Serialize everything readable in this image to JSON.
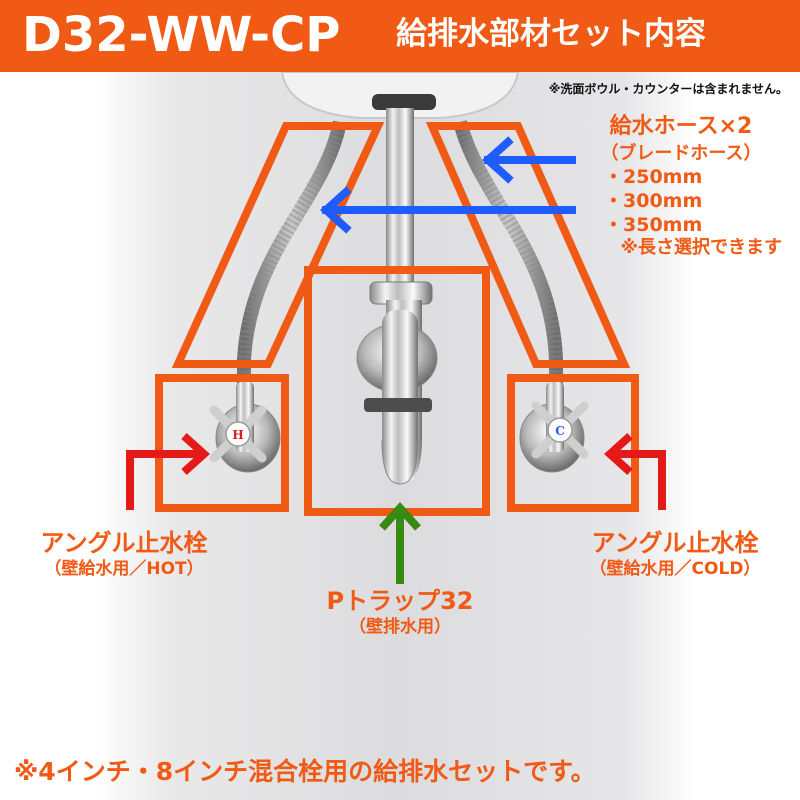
{
  "header": {
    "code": "D32-WW-CP",
    "title": "給排水部材セット内容"
  },
  "note_top": "※洗面ボウル・カウンターは含まれません。",
  "hose": {
    "title": "給水ホース×2",
    "subtitle": "（ブレードホース）",
    "options": [
      "・250mm",
      "・300mm",
      "・350mm"
    ],
    "length_note": "※長さ選択できます"
  },
  "valve_hot": {
    "title": "アングル止水栓",
    "subtitle": "（壁給水用／HOT）"
  },
  "valve_cold": {
    "title": "アングル止水栓",
    "subtitle": "（壁給水用／COLD）"
  },
  "trap": {
    "title": "Pトラップ32",
    "subtitle": "（壁排水用）"
  },
  "footer_note": "※4インチ・8インチ混合栓用の給排水セットです。",
  "colors": {
    "brand_orange": "#f05a14",
    "arrow_blue": "#1e5cff",
    "arrow_red": "#e61919",
    "arrow_green": "#3a8a12"
  }
}
